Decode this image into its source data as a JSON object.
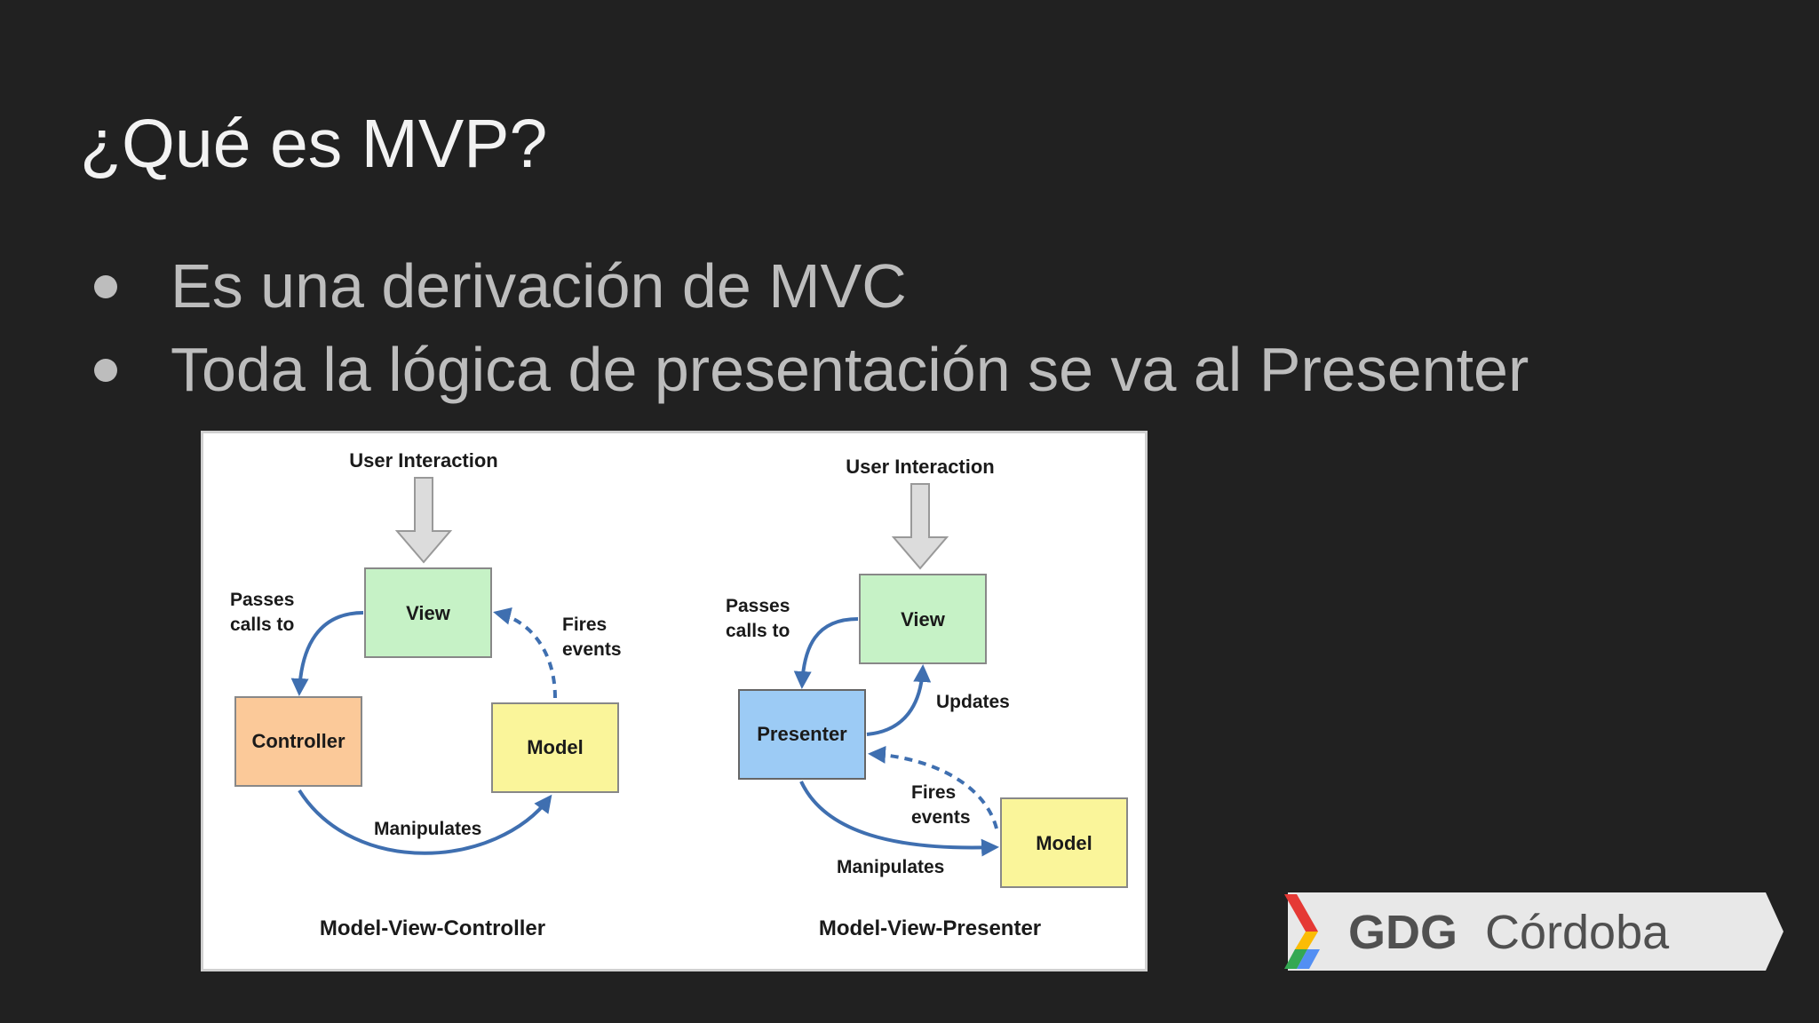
{
  "slide": {
    "title": "¿Qué es MVP?",
    "bullets": [
      "Es una derivación de MVC",
      "Toda la lógica de presentación se va al Presenter"
    ]
  },
  "diagram": {
    "mvc": {
      "user_interaction": "User Interaction",
      "view": "View",
      "controller": "Controller",
      "model": "Model",
      "passes_line1": "Passes",
      "passes_line2": "calls to",
      "fires_line1": "Fires",
      "fires_line2": "events",
      "manipulates": "Manipulates",
      "caption": "Model-View-Controller"
    },
    "mvp": {
      "user_interaction": "User Interaction",
      "view": "View",
      "presenter": "Presenter",
      "model": "Model",
      "passes_line1": "Passes",
      "passes_line2": "calls to",
      "updates": "Updates",
      "fires_line1": "Fires",
      "fires_line2": "events",
      "manipulates": "Manipulates",
      "caption": "Model-View-Presenter"
    },
    "colors": {
      "view": "#c6f2c6",
      "controller": "#fbc999",
      "model": "#faf59a",
      "presenter": "#9ccbf5",
      "arrow": "#3f6fb0",
      "user_arrow": "#dcdcdc"
    }
  },
  "badge": {
    "brand": "GDG",
    "city": "Córdoba"
  }
}
